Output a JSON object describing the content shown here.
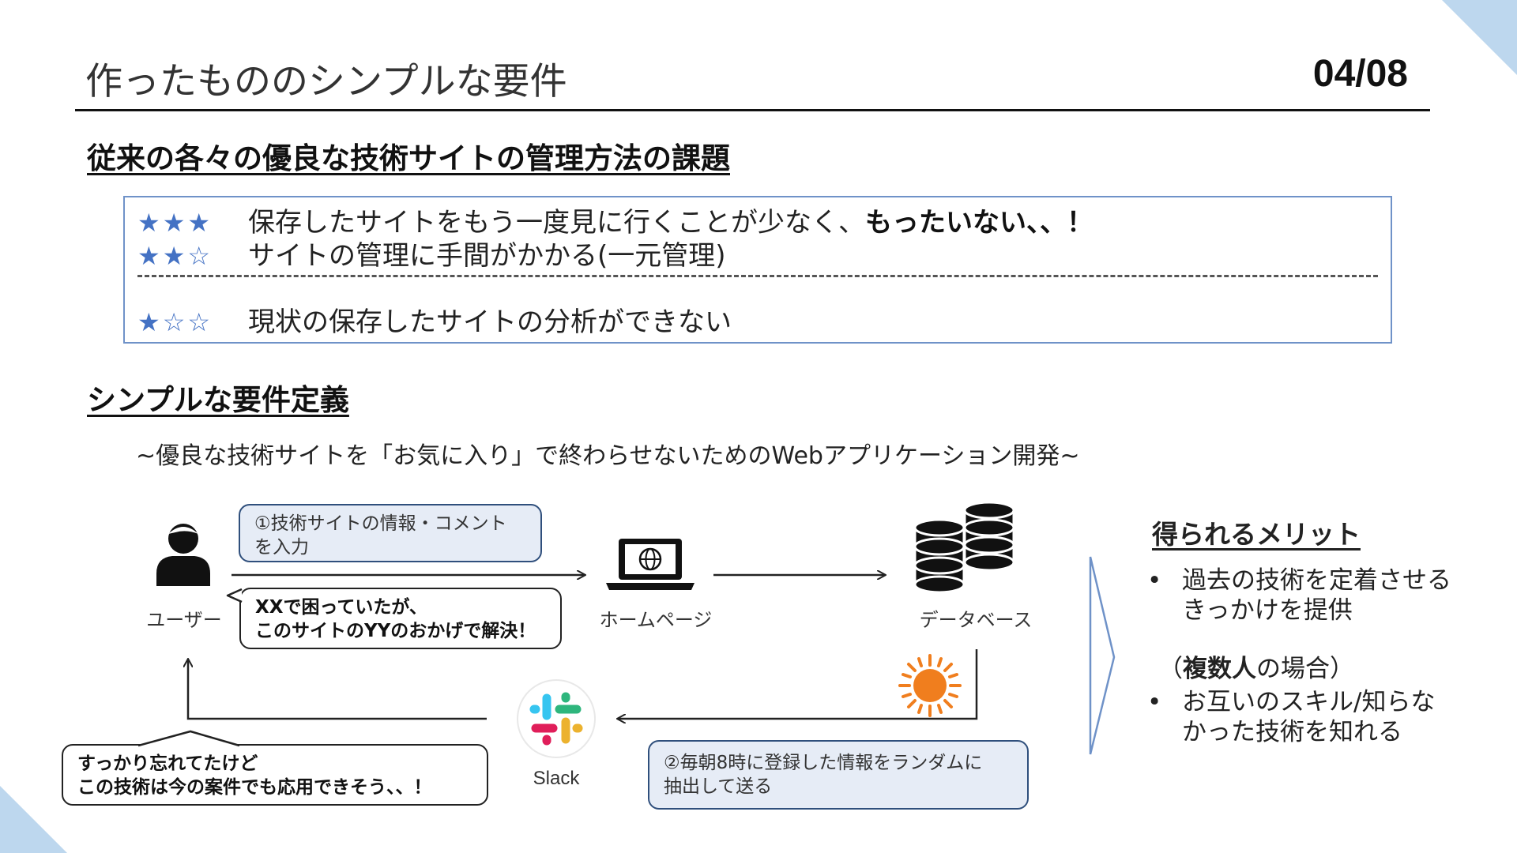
{
  "header": {
    "title": "作ったもののシンプルな要件",
    "page": "04/08"
  },
  "issues": {
    "heading": "従来の各々の優良な技術サイトの管理方法の課題",
    "rows": [
      {
        "stars": "★★★",
        "text": "保存したサイトをもう一度見に行くことが少なく、",
        "emphasis": "もったいない、、！"
      },
      {
        "stars": "★★☆",
        "text": "サイトの管理に手間がかかる(一元管理)",
        "emphasis": ""
      },
      {
        "stars": "★☆☆",
        "text": "現状の保存したサイトの分析ができない",
        "emphasis": ""
      }
    ]
  },
  "requirements": {
    "heading": "シンプルな要件定義",
    "subtitle": "~優良な技術サイトを「お気に入り」で終わらせないためのWebアプリケーション開発~"
  },
  "diagram": {
    "nodes": {
      "user": "ユーザー",
      "homepage": "ホームページ",
      "database": "データベース",
      "slack": "Slack"
    },
    "callout_input": [
      "①技術サイトの情報・コメント",
      "を入力"
    ],
    "callout_user_comment": [
      "XXで困っていたが、",
      "このサイトのYYのおかげで解決！"
    ],
    "callout_reminder": [
      "すっかり忘れてたけど",
      "この技術は今の案件でも応用できそう、、！"
    ],
    "callout_schedule": [
      "②毎朝8時に登録した情報をランダムに",
      "抽出して送る"
    ]
  },
  "merits": {
    "heading": "得られるメリット",
    "item1": [
      "過去の技術を定着させる",
      "きっかけを提供"
    ],
    "case_prefix": "（",
    "case_bold": "複数人",
    "case_rest": "の場合）",
    "item2": [
      "お互いのスキル/知らな",
      "かった技術を知れる"
    ],
    "bullet": "•"
  },
  "colors": {
    "accent": "#4472c4",
    "callout_fill": "#e6ecf6",
    "corner": "#bdd7ee",
    "sun": "#f07e1e"
  }
}
